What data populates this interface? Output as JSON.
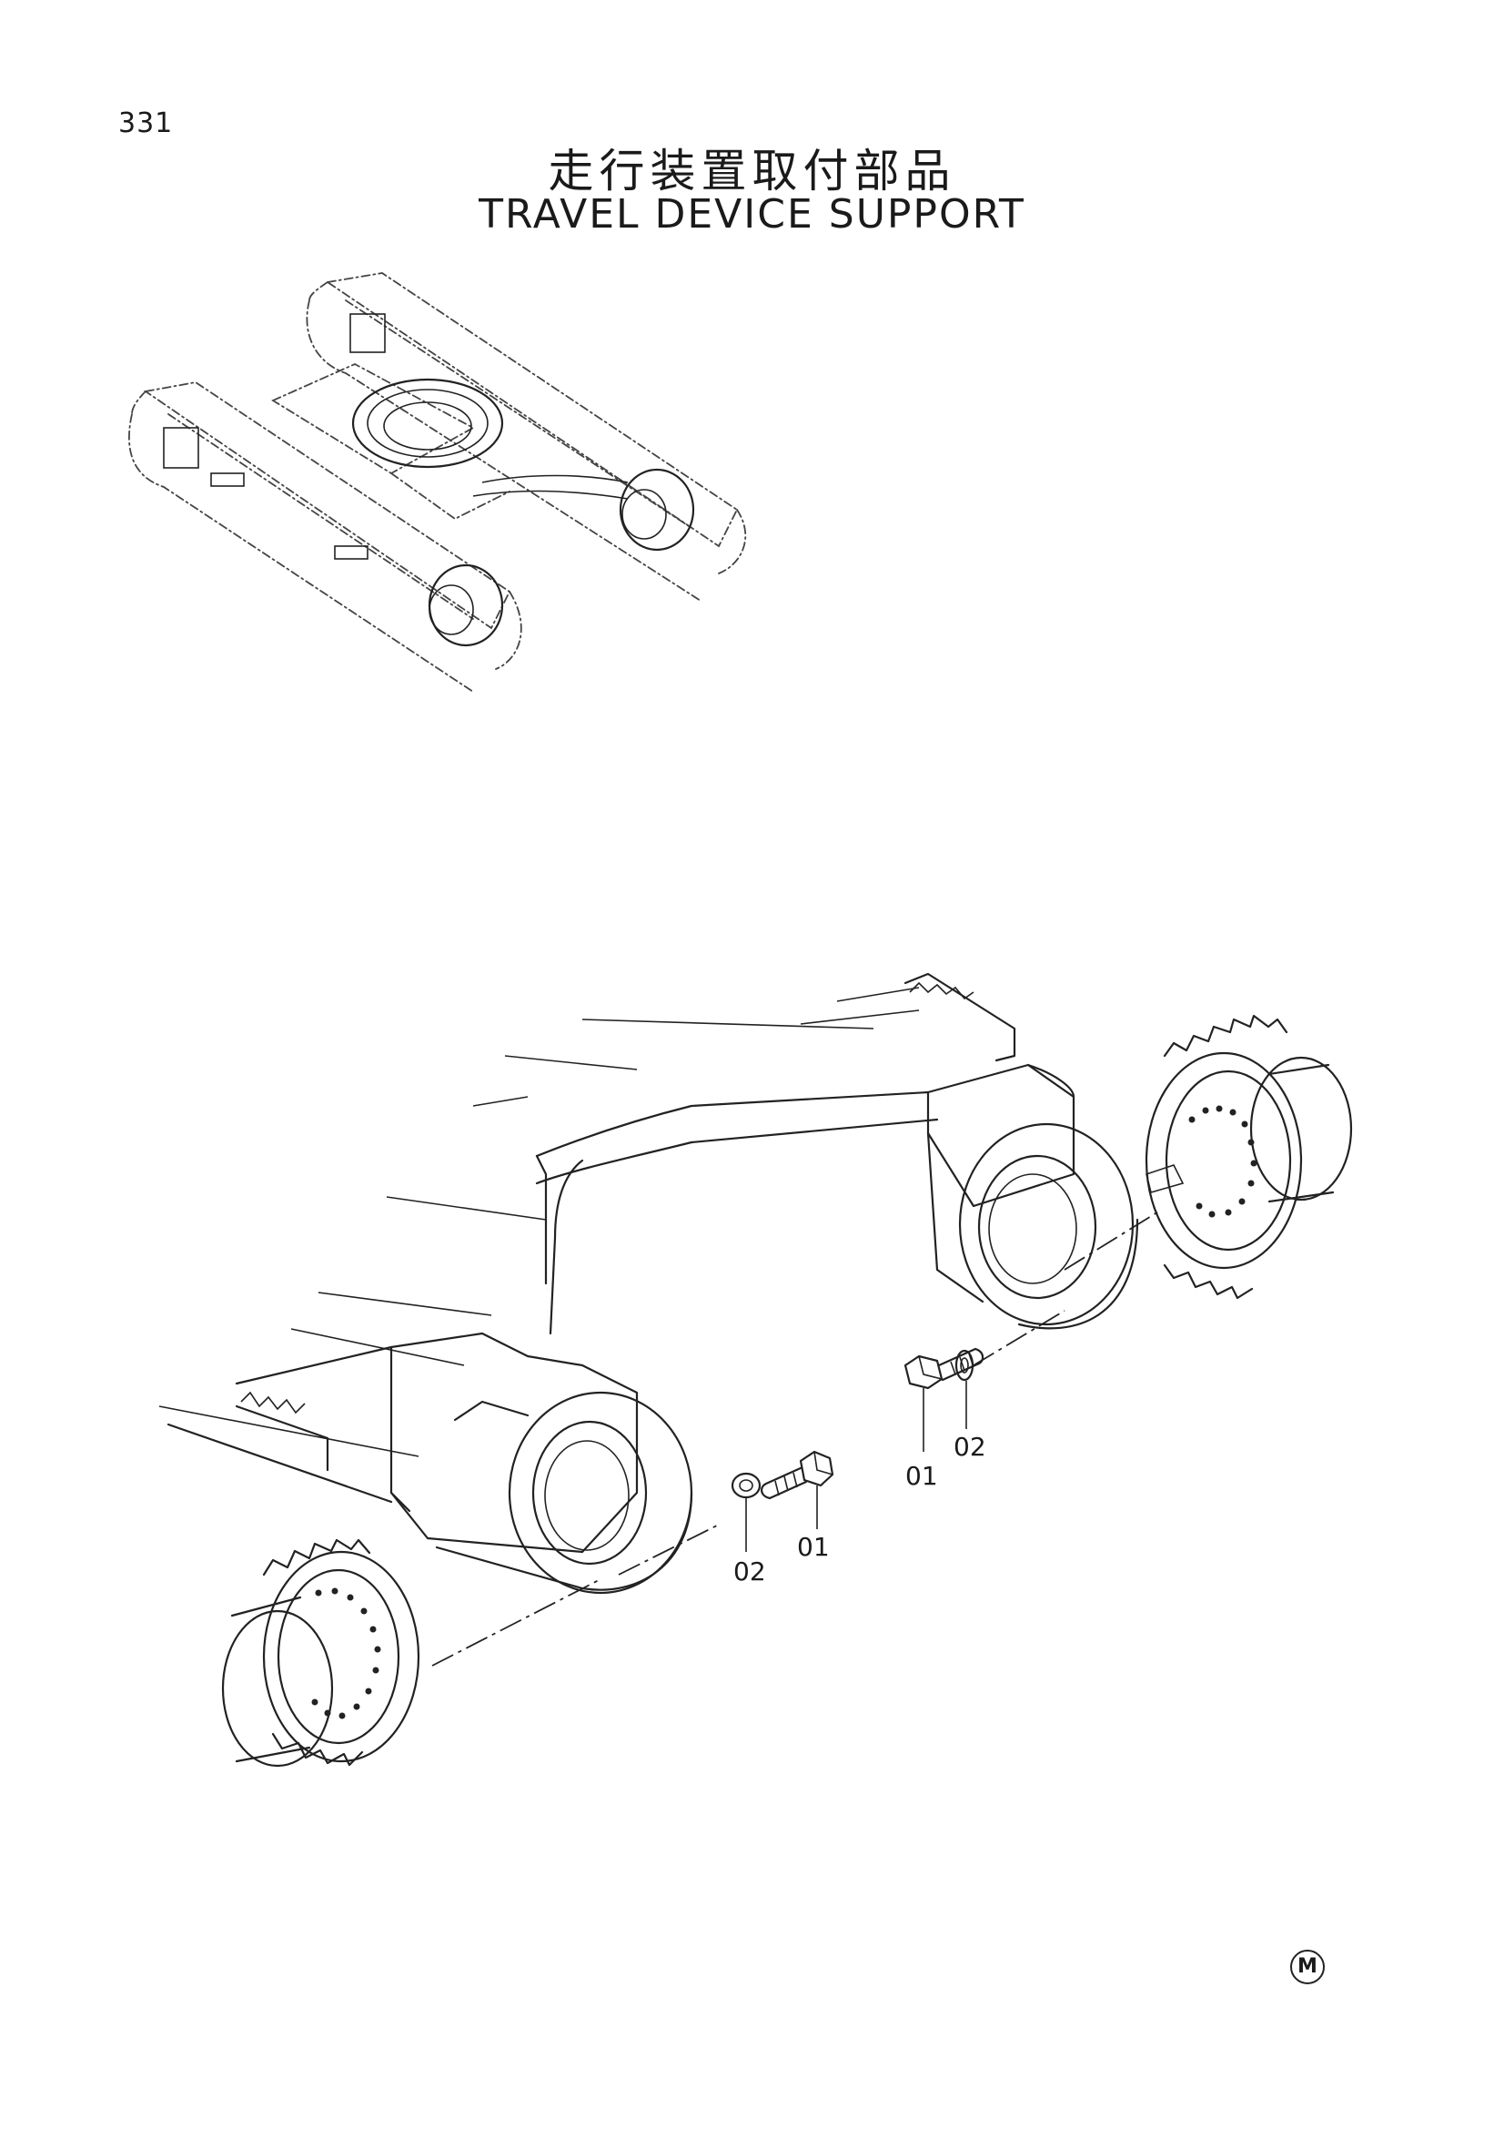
{
  "page": {
    "number": "331"
  },
  "title": {
    "japanese": "走行装置取付部品",
    "english": "TRAVEL DEVICE SUPPORT"
  },
  "callouts": [
    {
      "id": "bolt-right",
      "label": "01"
    },
    {
      "id": "washer-right",
      "label": "02"
    },
    {
      "id": "washer-left",
      "label": "02"
    },
    {
      "id": "bolt-left",
      "label": "01"
    }
  ],
  "corner_mark": {
    "symbol": "M"
  }
}
